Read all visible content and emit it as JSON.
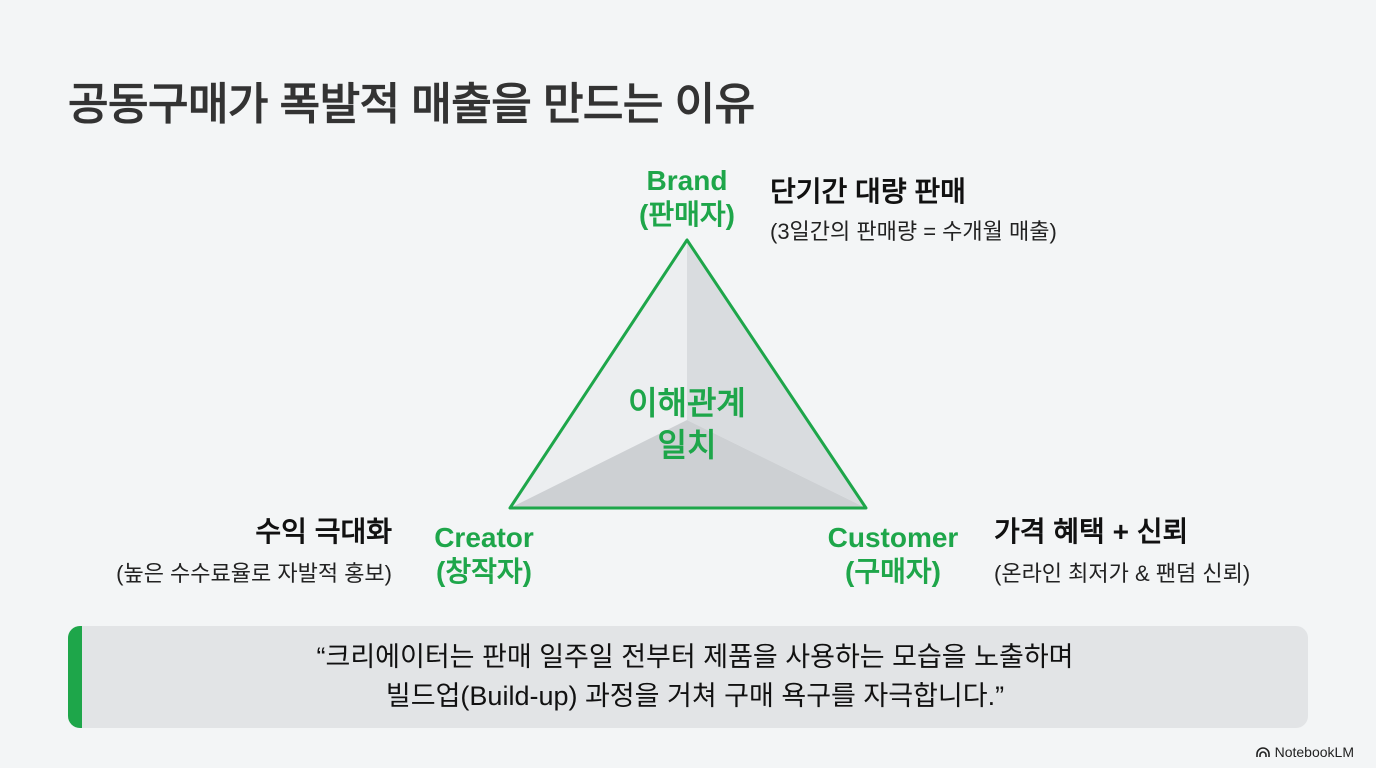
{
  "title": "공동구매가 폭발적 매출을 만드는 이유",
  "center_label": [
    "이해관계",
    "일치"
  ],
  "nodes": {
    "brand": {
      "name": "Brand",
      "sub": "(판매자)",
      "headline": "단기간 대량 판매",
      "detail": "(3일간의 판매량 = 수개월 매출)"
    },
    "creator": {
      "name": "Creator",
      "sub": "(창작자)",
      "headline": "수익 극대화",
      "detail": "(높은 수수료율로 자발적 홍보)"
    },
    "customer": {
      "name": "Customer",
      "sub": "(구매자)",
      "headline": "가격 혜택 + 신뢰",
      "detail": "(온라인 최저가 & 팬덤 신뢰)"
    }
  },
  "quote": [
    "“크리에이터는 판매 일주일 전부터 제품을 사용하는 모습을 노출하며",
    "빌드업(Build-up) 과정을 거쳐 구매 욕구를 자극합니다.”"
  ],
  "branding": "NotebookLM",
  "colors": {
    "accent": "#1ea64a",
    "background": "#f3f5f6",
    "quote_bg": "#e2e4e6"
  }
}
